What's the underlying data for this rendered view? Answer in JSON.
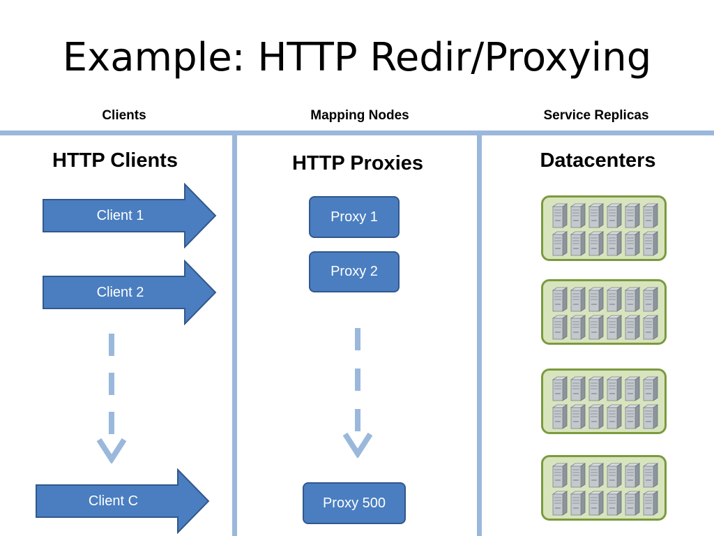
{
  "slide": {
    "title": "Example: HTTP Redir/Proxying"
  },
  "columns": [
    {
      "heading": "Clients",
      "subheading": "HTTP Clients"
    },
    {
      "heading": "Mapping Nodes",
      "subheading": "HTTP Proxies"
    },
    {
      "heading": "Service Replicas",
      "subheading": "Datacenters"
    }
  ],
  "clients": [
    "Client 1",
    "Client 2",
    "Client C"
  ],
  "proxies": [
    "Proxy 1",
    "Proxy 2",
    "Proxy 500"
  ],
  "datacenter_count": 4,
  "servers_per_datacenter": 12,
  "colors": {
    "divider": "#9ab8db",
    "node_fill": "#4a7ec0",
    "node_border": "#31588c",
    "datacenter_fill": "#d8e4bd",
    "datacenter_border": "#7b9a3d"
  }
}
